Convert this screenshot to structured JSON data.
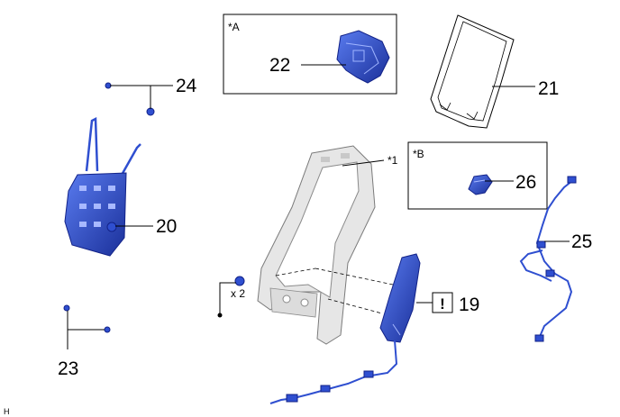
{
  "callouts": {
    "c19": "19",
    "c20": "20",
    "c21": "21",
    "c22": "22",
    "c23": "23",
    "c24": "24",
    "c25": "25",
    "c26": "26"
  },
  "notes": {
    "star1": "*1",
    "starA": "*A",
    "starB": "*B",
    "qty": "x 2",
    "caution": "!",
    "fig_code": "H"
  },
  "colors": {
    "part_blue": "#2f4fd0",
    "part_blue_dark": "#1a2f99",
    "frame_gray": "#e4e4e4",
    "line": "#000000"
  },
  "icons": {
    "caution": "caution-box-icon"
  }
}
